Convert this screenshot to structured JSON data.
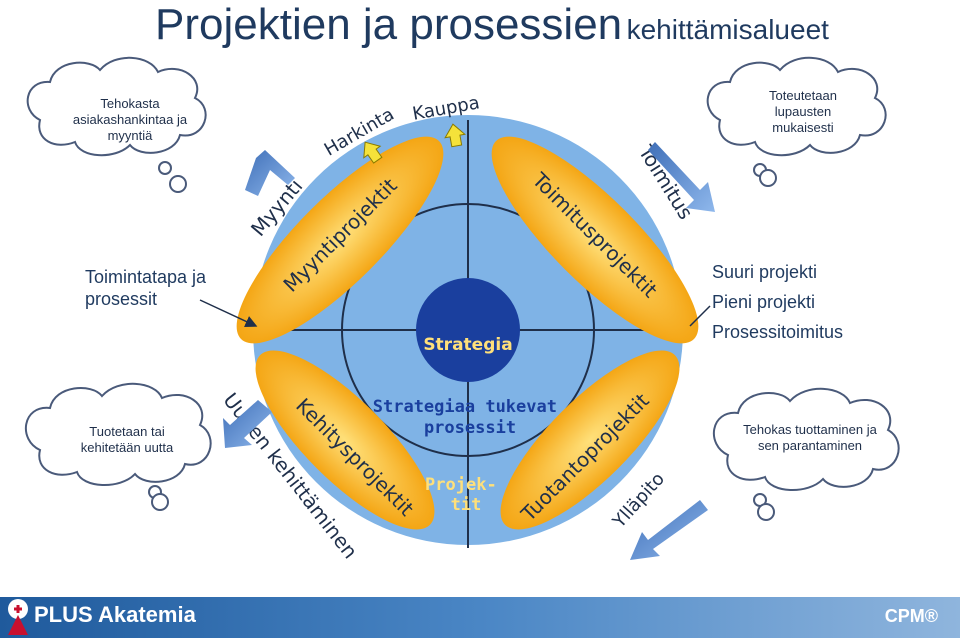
{
  "title": {
    "main": "Projektien ja prosessien",
    "sub": "kehittämisalueet"
  },
  "clouds": {
    "top_left": "Tehokasta asiakashankintaa ja myyntiä",
    "top_right": "Toteutetaan lupausten mukaisesti",
    "bottom_left": "Tuotetaan tai kehitetään uutta",
    "bottom_right": "Tehokas tuottaminen ja sen parantaminen"
  },
  "side_label": "Toimintatapa ja prosessit",
  "right_list": [
    "Suuri projekti",
    "Pieni projekti",
    "Prosessitoimitus"
  ],
  "center": {
    "strategy": "Strategia",
    "support": "Strategiaa tukevat prosessit",
    "projects": "Projek-tit"
  },
  "arcs": [
    "Myynti",
    "Harkinta",
    "Kauppa",
    "Toimitus",
    "Uuden kehittäminen",
    "Ylläpito"
  ],
  "ellipses": [
    "Myyntiprojektit",
    "Toimitusprojektit",
    "Kehitysprojektit",
    "Tuotantoprojektit"
  ],
  "footer": {
    "brand": "PLUS Akatemia",
    "cpm": "CPM®"
  },
  "colors": {
    "circle_fill": "#7fb3e6",
    "center": "#1a3f9e",
    "ellipse": "#f7a400",
    "arrow": "#5b8fd6",
    "title": "#1f3a5f"
  }
}
